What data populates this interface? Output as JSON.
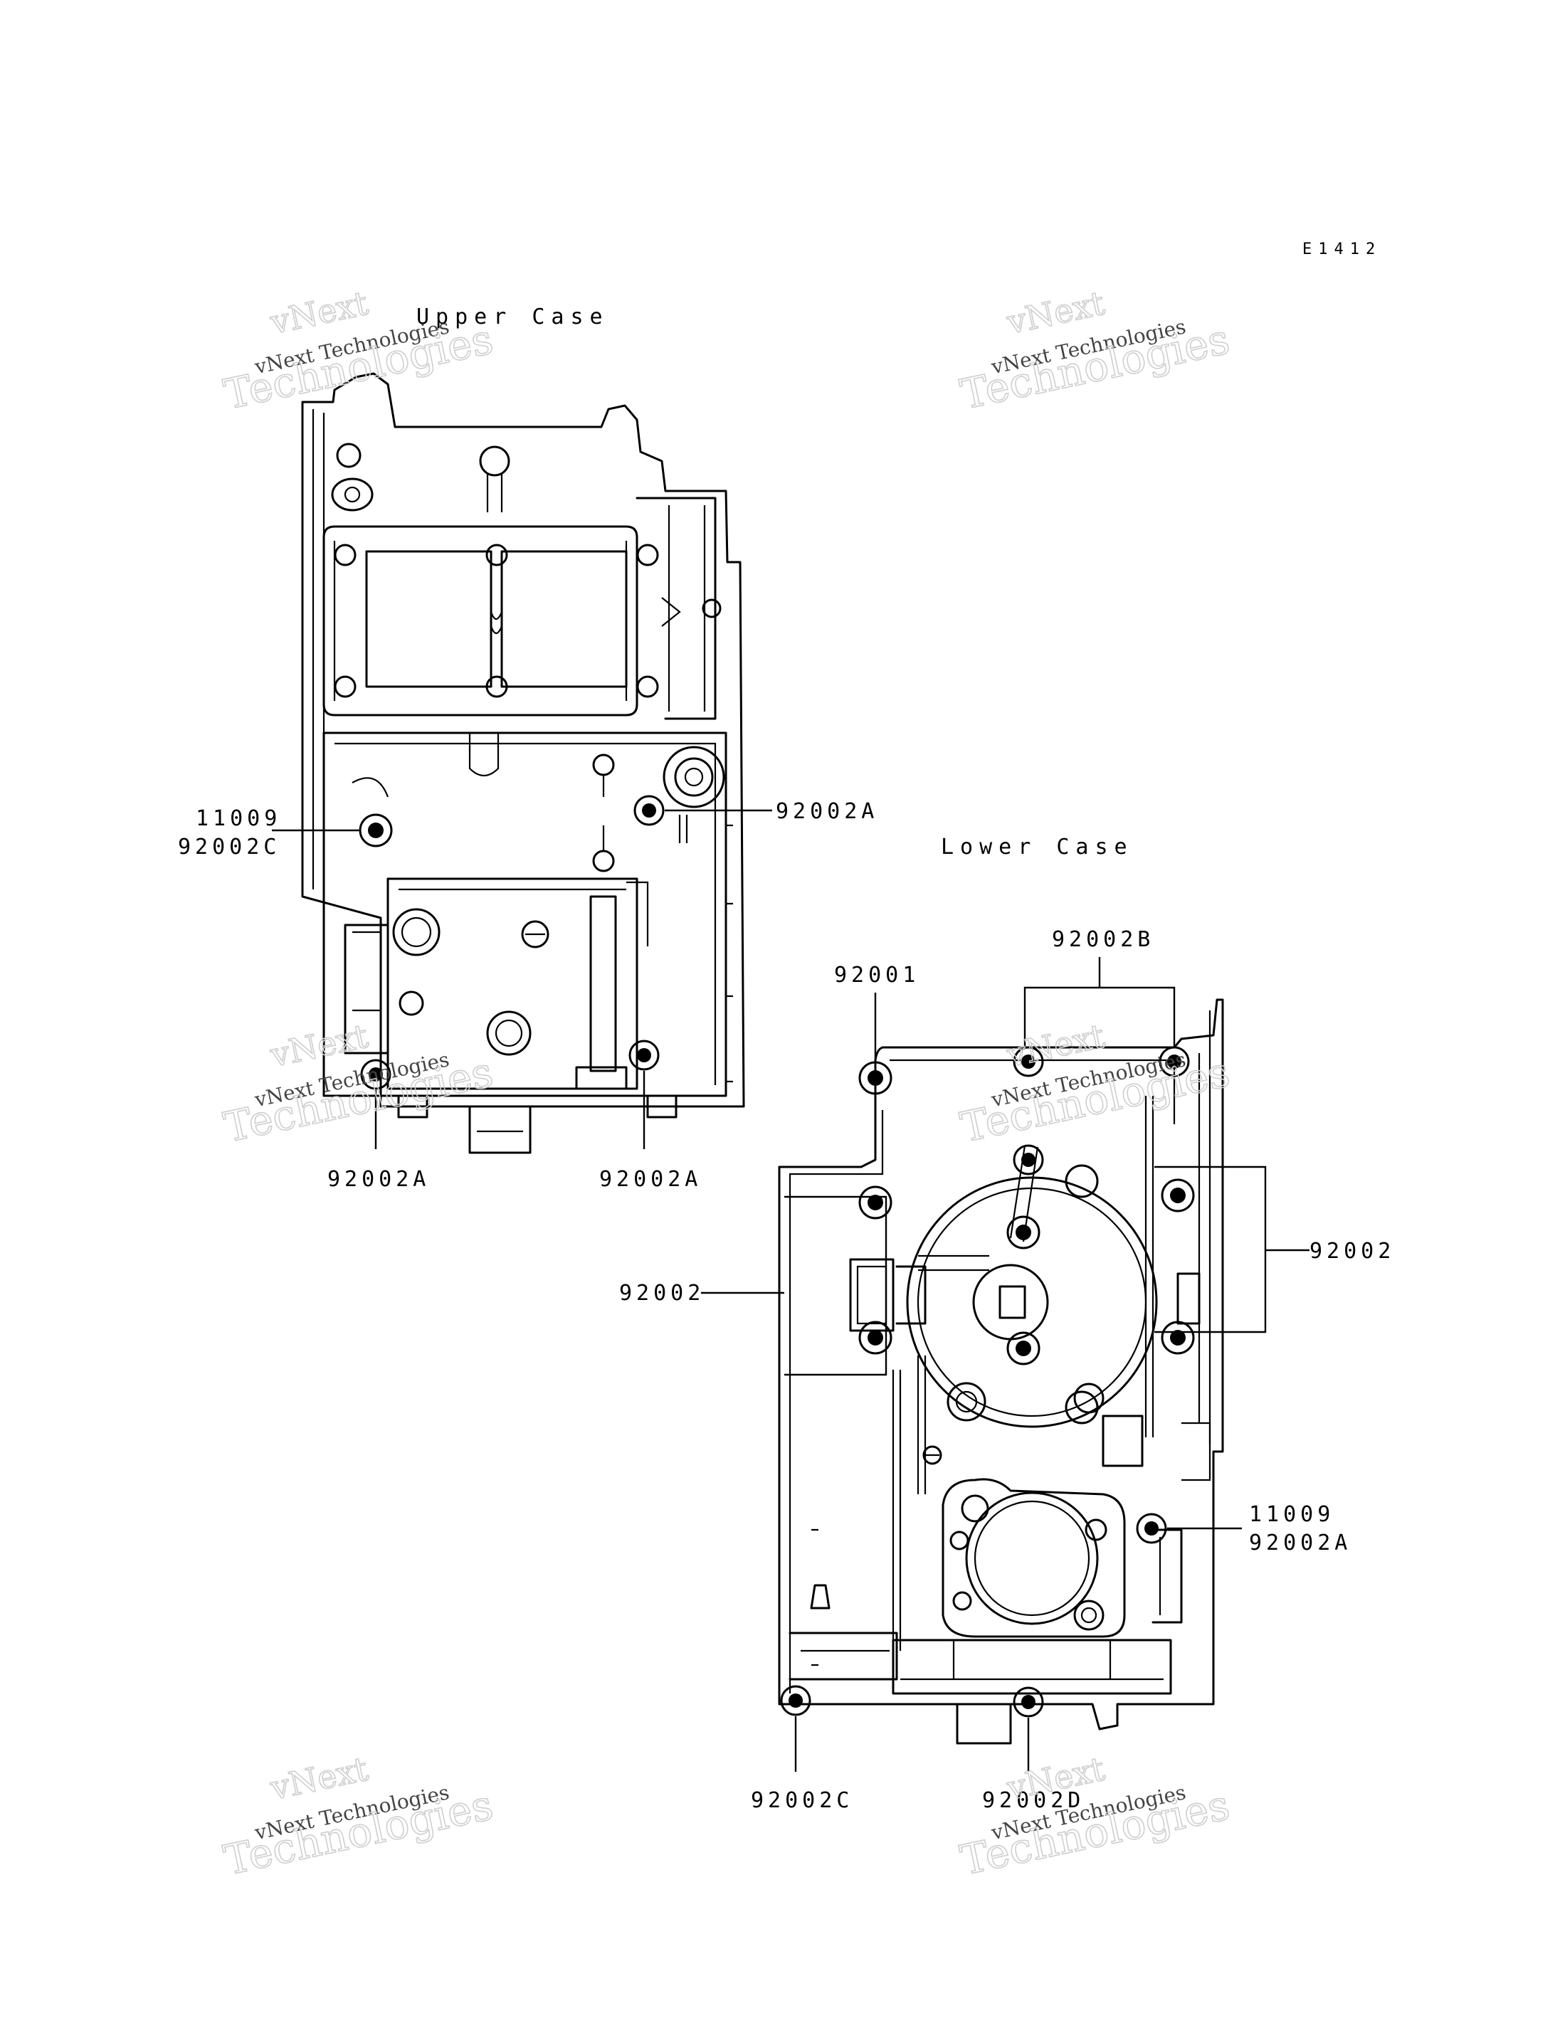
{
  "diagram_code": "E1412",
  "upper_case": {
    "title": "Upper Case",
    "callouts": [
      {
        "id": "cl-u-11009",
        "text": "11009"
      },
      {
        "id": "cl-u-92002c",
        "text": "92002C"
      },
      {
        "id": "cl-u-92002a-right",
        "text": "92002A"
      },
      {
        "id": "cl-u-92002a-bl",
        "text": "92002A"
      },
      {
        "id": "cl-u-92002a-br",
        "text": "92002A"
      }
    ]
  },
  "lower_case": {
    "title": "Lower Case",
    "callouts": [
      {
        "id": "cl-l-92002b",
        "text": "92002B"
      },
      {
        "id": "cl-l-92001",
        "text": "92001"
      },
      {
        "id": "cl-l-92002-right",
        "text": "92002"
      },
      {
        "id": "cl-l-92002-left",
        "text": "92002"
      },
      {
        "id": "cl-l-11009",
        "text": "11009"
      },
      {
        "id": "cl-l-92002a",
        "text": "92002A"
      },
      {
        "id": "cl-l-92002c",
        "text": "92002C"
      },
      {
        "id": "cl-l-92002d",
        "text": "92002D"
      }
    ]
  },
  "watermark": {
    "line1": "vNext",
    "line2": "vNext Technologies",
    "line3": "Technologies"
  },
  "colors": {
    "line": "#000000",
    "watermark": "#c8c8c8",
    "background": "#ffffff"
  }
}
